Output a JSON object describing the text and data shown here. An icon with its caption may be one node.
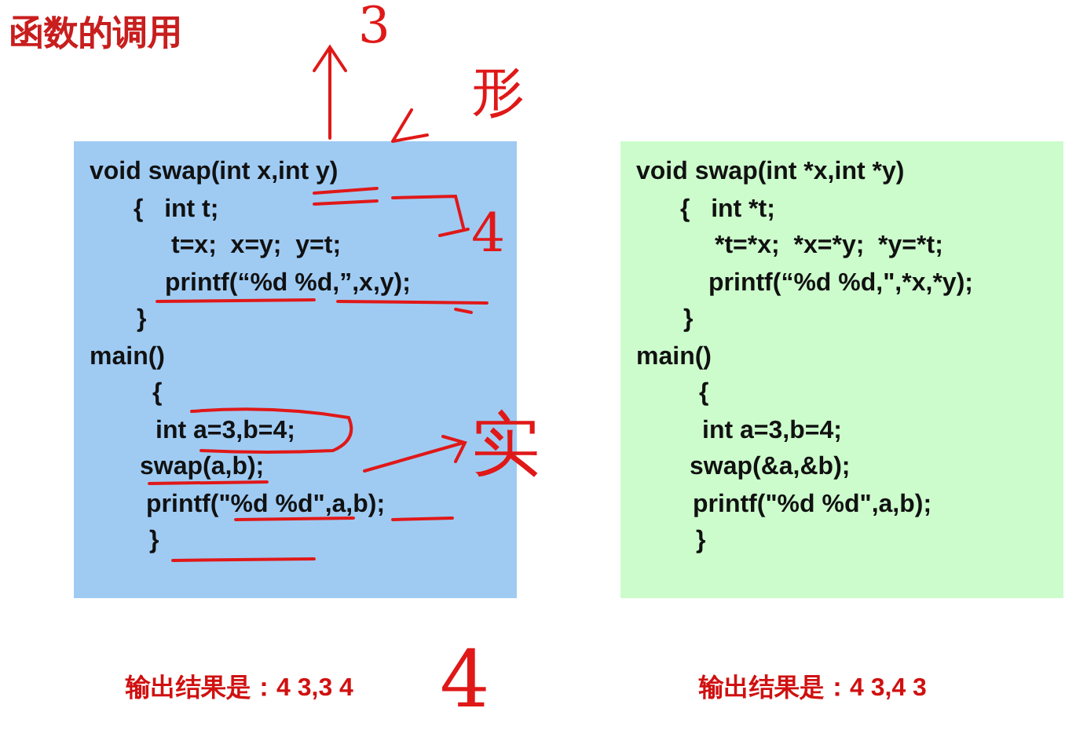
{
  "diagram": {
    "title": "函数的调用",
    "nodes": [
      {
        "text": [
          "void swap(int x,int y)",
          "{   int t;",
          "t=x;  x=y;  y=t;",
          "printf(“%d %d,”,x,y);",
          "}",
          "main()",
          "{",
          "int a=3,b=4;",
          "swap(a,b);",
          "printf(\"%d %d\",a,b);",
          "}"
        ]
      },
      {
        "text": [
          "void swap(int *x,int *y)",
          "{   int *t;",
          "*t=*x;  *x=*y;  *y=*t;",
          "printf(“%d %d,\",*x,*y);",
          "}",
          "main()",
          "{",
          "int a=3,b=4;",
          "swap(&a,&b);",
          "printf(\"%d %d\",a,b);",
          "}"
        ]
      }
    ],
    "labels": [
      "3",
      "形",
      "4",
      "实",
      "输出结果是：4 3,3 4",
      "4",
      "输出结果是：4 3,4 3"
    ]
  }
}
